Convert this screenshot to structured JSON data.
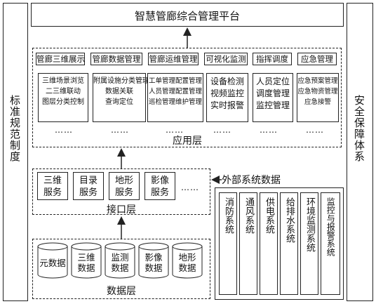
{
  "platform_title": "智慧管廊综合管理平台",
  "left_side": "标准规范制度",
  "right_side": "安全保障体系",
  "app_layer": {
    "label": "应用层",
    "modules": [
      {
        "title": "管廊三维展示",
        "items": [
          "三维场景浏览",
          "二三维联动",
          "图层分类控制"
        ]
      },
      {
        "title": "管廊数据管理",
        "items": [
          "附属设施分类管理",
          "数据关联",
          "查询定位"
        ]
      },
      {
        "title": "管廊运维管理",
        "items": [
          "工单管理配置管理",
          "人员管理配置管理",
          "巡检管理维护管理"
        ]
      },
      {
        "title": "可视化监测",
        "items": [
          "设备检测",
          "视频监控",
          "实时报警"
        ]
      },
      {
        "title": "指挥调度",
        "items": [
          "人员定位",
          "调度管理",
          "监控管理"
        ]
      },
      {
        "title": "应急管理",
        "items": [
          "应急预案管理",
          "应急物资管理",
          "应急接警"
        ]
      }
    ],
    "ellipsis": "……"
  },
  "interface_layer": {
    "label": "接口层",
    "services": [
      "三维服务",
      "目录服务",
      "地形服务",
      "影像服务"
    ],
    "ellipsis": "……"
  },
  "data_layer": {
    "label": "数据层",
    "stores": [
      "元数据",
      "三维数据",
      "监测数据",
      "影像数据",
      "地形数据"
    ]
  },
  "external": {
    "label": "外部系统数据",
    "systems": [
      "消防系统",
      "通风系统",
      "供电系统",
      "给排水系统",
      "环境监测系统",
      "监控与报警系统"
    ]
  }
}
